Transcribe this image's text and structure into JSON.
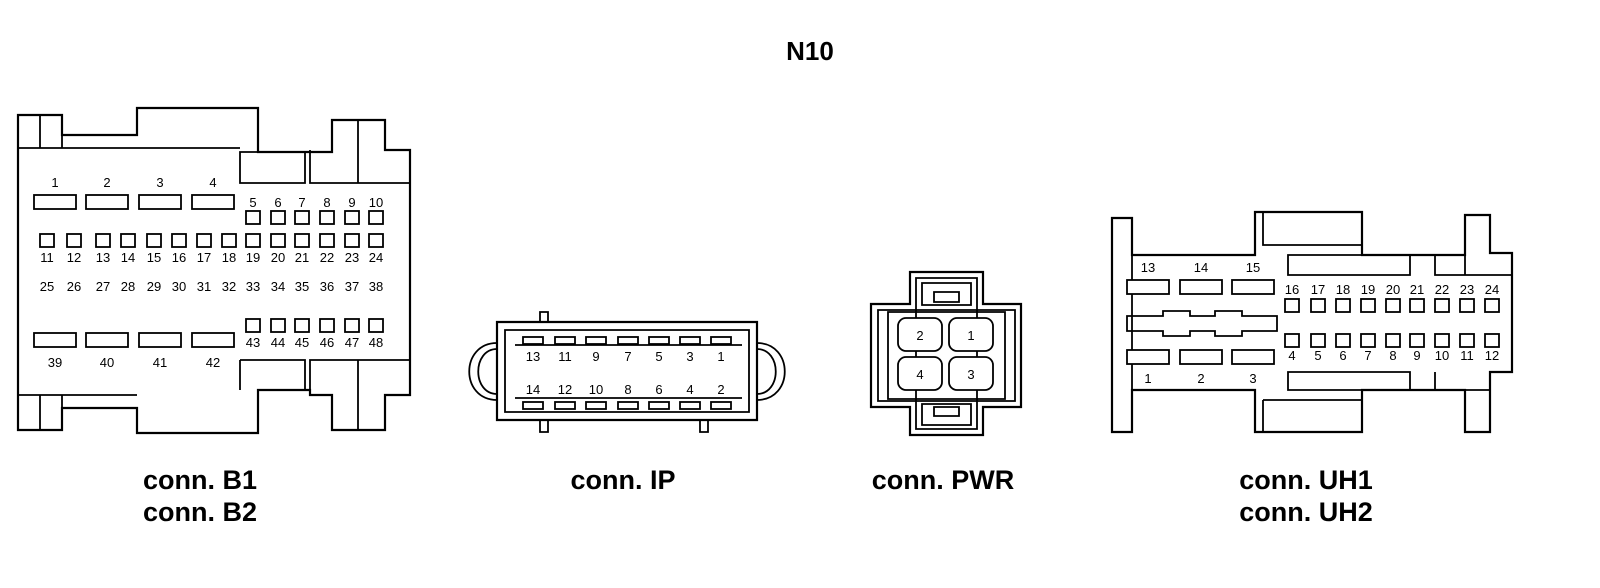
{
  "title": "N10",
  "connectors": {
    "b": {
      "captions": [
        "conn. B1",
        "conn. B2"
      ],
      "top_wide": [
        "1",
        "2",
        "3",
        "4"
      ],
      "top_small": [
        "5",
        "6",
        "7",
        "8",
        "9",
        "10"
      ],
      "row2": [
        "11",
        "12",
        "13",
        "14",
        "15",
        "16",
        "17",
        "18",
        "19",
        "20",
        "21",
        "22",
        "23",
        "24"
      ],
      "row3": [
        "25",
        "26",
        "27",
        "28",
        "29",
        "30",
        "31",
        "32",
        "33",
        "34",
        "35",
        "36",
        "37",
        "38"
      ],
      "bottom_wide": [
        "39",
        "40",
        "41",
        "42"
      ],
      "bottom_small": [
        "43",
        "44",
        "45",
        "46",
        "47",
        "48"
      ]
    },
    "ip": {
      "caption": "conn. IP",
      "top": [
        "13",
        "11",
        "9",
        "7",
        "5",
        "3",
        "1"
      ],
      "bottom": [
        "14",
        "12",
        "10",
        "8",
        "6",
        "4",
        "2"
      ]
    },
    "pwr": {
      "caption": "conn. PWR",
      "pins": [
        "2",
        "1",
        "4",
        "3"
      ]
    },
    "uh": {
      "captions": [
        "conn. UH1",
        "conn. UH2"
      ],
      "top_wide": [
        "13",
        "14",
        "15"
      ],
      "top_small": [
        "16",
        "17",
        "18",
        "19",
        "20",
        "21",
        "22",
        "23",
        "24"
      ],
      "bottom_small": [
        "4",
        "5",
        "6",
        "7",
        "8",
        "9",
        "10",
        "11",
        "12"
      ],
      "bottom_wide": [
        "1",
        "2",
        "3"
      ]
    }
  }
}
